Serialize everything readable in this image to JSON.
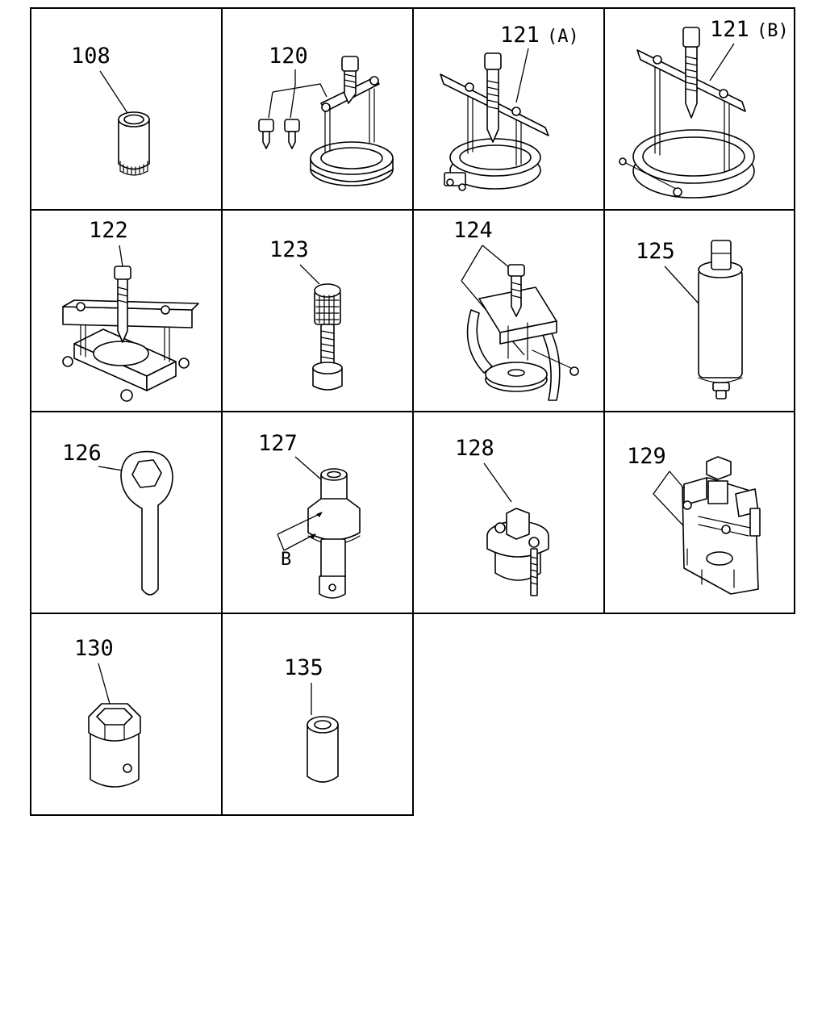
{
  "parts": [
    {
      "id": "108"
    },
    {
      "id": "120"
    },
    {
      "id": "121",
      "variant": "(A)"
    },
    {
      "id": "121",
      "variant": "(B)"
    },
    {
      "id": "122"
    },
    {
      "id": "123"
    },
    {
      "id": "124"
    },
    {
      "id": "125"
    },
    {
      "id": "126"
    },
    {
      "id": "127",
      "dimension_label": "B"
    },
    {
      "id": "128"
    },
    {
      "id": "129"
    },
    {
      "id": "130"
    },
    {
      "id": "135"
    }
  ]
}
